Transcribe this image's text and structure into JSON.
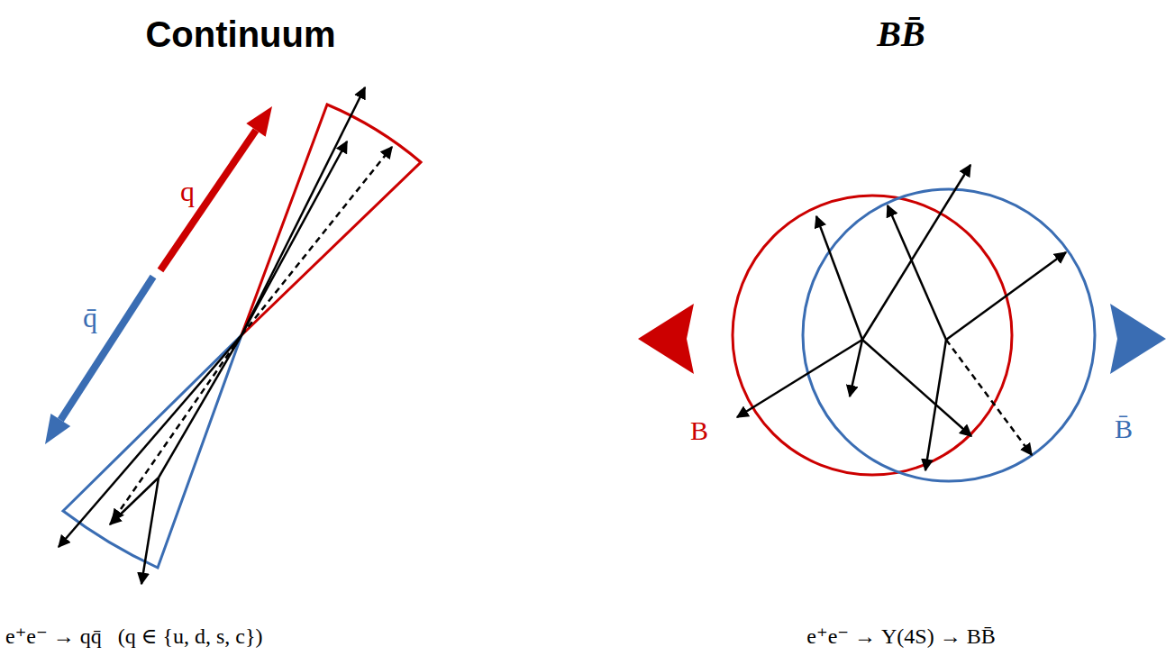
{
  "diagram": {
    "labels": [
      "Continuum",
      "BB̄",
      "q",
      "q̄",
      "B",
      "B̄",
      "e⁺e⁻ → qq̄   (q ∈ {u, d, s, c})",
      "e⁺e⁻ → Υ(4S) → BB̄"
    ]
  }
}
